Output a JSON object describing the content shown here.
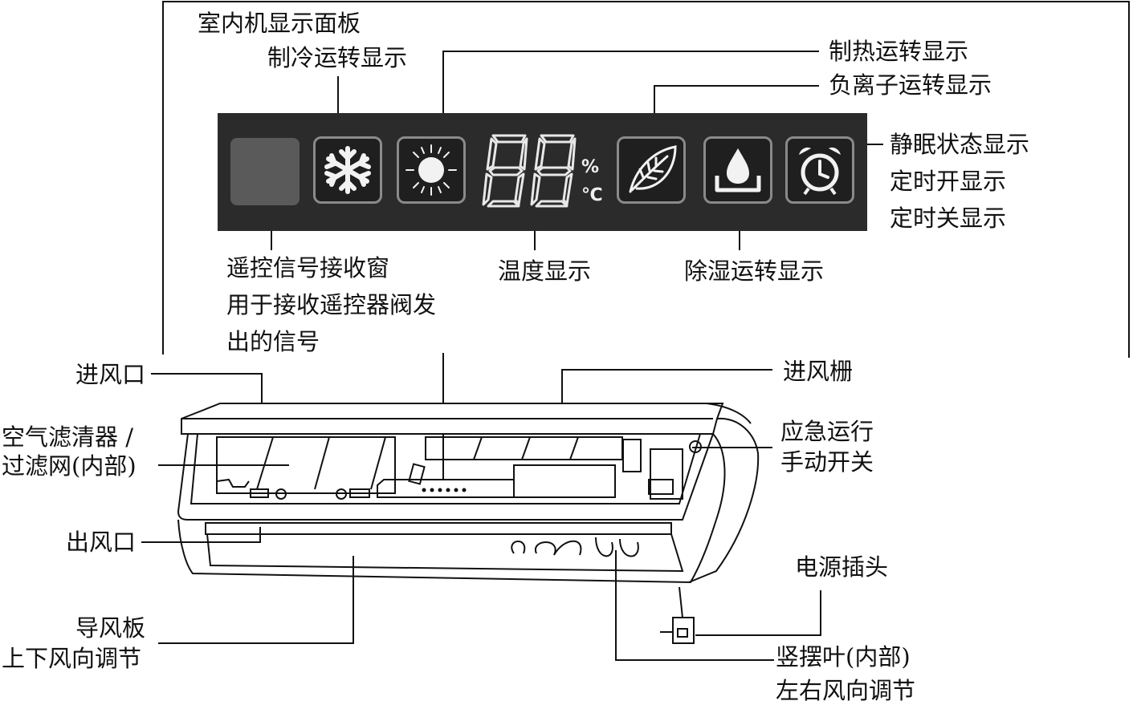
{
  "panel": {
    "title": "室内机显示面板",
    "temp_digits": "88",
    "unit_percent": "%",
    "unit_celsius": "℃"
  },
  "labels": {
    "cool": "制冷运转显示",
    "heat": "制热运转显示",
    "ion": "负离子运转显示",
    "sleep": "静眠状态显示",
    "timer_on": "定时开显示",
    "timer_off": "定时关显示",
    "receiver_1": "遥控信号接收窗",
    "receiver_2": "用于接收遥控器阀发",
    "receiver_3": "出的信号",
    "temp": "温度显示",
    "dehumid": "除湿运转显示",
    "air_inlet": "进风口",
    "inlet_grille": "进风栅",
    "filter_1": "空气滤清器 /",
    "filter_2": "过滤网(内部)",
    "emergency_1": "应急运行",
    "emergency_2": "手动开关",
    "air_outlet": "出风口",
    "power_plug": "电源插头",
    "louver_1": "导风板",
    "louver_2": "上下风向调节",
    "vane_1": "竖摆叶(内部)",
    "vane_2": "左右风向调节"
  },
  "icons": [
    "snowflake-icon",
    "sun-icon",
    "leaf-icon",
    "water-drop-icon",
    "alarm-clock-icon"
  ],
  "colors": {
    "panel_bg": "#2b2b2b",
    "icon_fg": "#f2f2f2",
    "receiver_window": "#5a5a5a"
  }
}
